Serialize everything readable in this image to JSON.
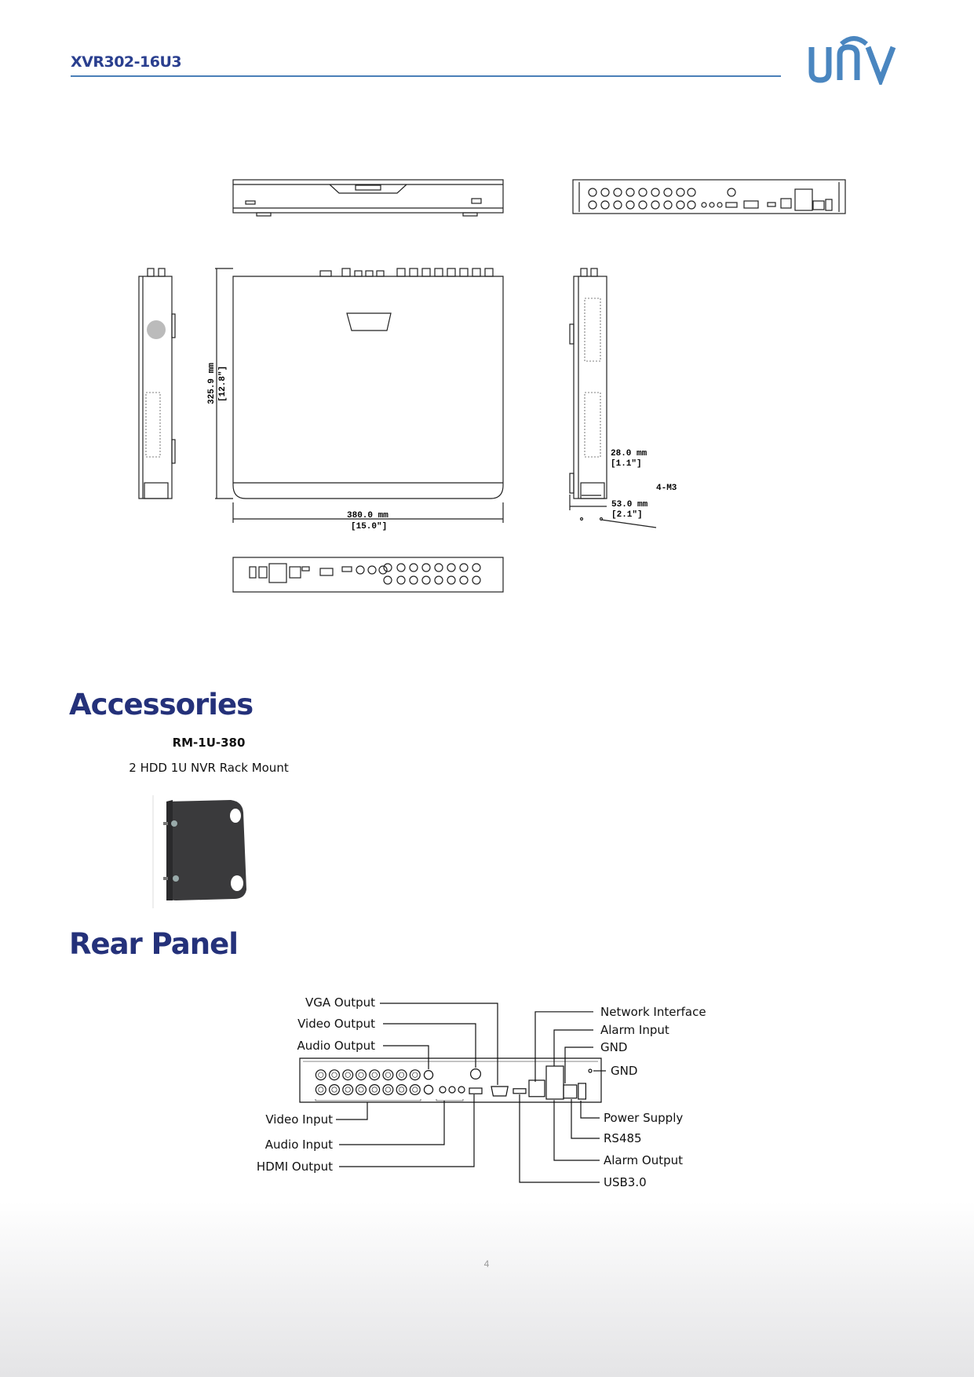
{
  "header": {
    "model": "XVR302-16U3",
    "logo_text": "UNV",
    "brand_color": "#4a86c0",
    "title_color": "#2a3f8f"
  },
  "drawings": {
    "depth_mm": "325.9 mm",
    "depth_in": "[12.8\"]",
    "width_mm": "380.0 mm",
    "width_in": "[15.0\"]",
    "hole_offset_mm": "28.0 mm",
    "hole_offset_in": "[1.1\"]",
    "screw_label": "4-M3",
    "height_mm": "53.0 mm",
    "height_in": "[2.1\"]"
  },
  "accessories": {
    "heading": "Accessories",
    "items": [
      {
        "model": "RM-1U-380",
        "description": "2 HDD 1U NVR Rack Mount"
      }
    ]
  },
  "rear_panel": {
    "heading": "Rear Panel",
    "labels": {
      "vga_output": "VGA Output",
      "video_output": "Video Output",
      "audio_output": "Audio Output",
      "video_input": "Video Input",
      "audio_input": "Audio Input",
      "hdmi_output": "HDMI Output",
      "network_interface": "Network Interface",
      "alarm_input": "Alarm Input",
      "gnd_1": "GND",
      "gnd_2": "GND",
      "power_supply": "Power Supply",
      "rs485": "RS485",
      "alarm_output": "Alarm Output",
      "usb3": "USB3.0"
    }
  },
  "footer": {
    "page_number": "4"
  }
}
